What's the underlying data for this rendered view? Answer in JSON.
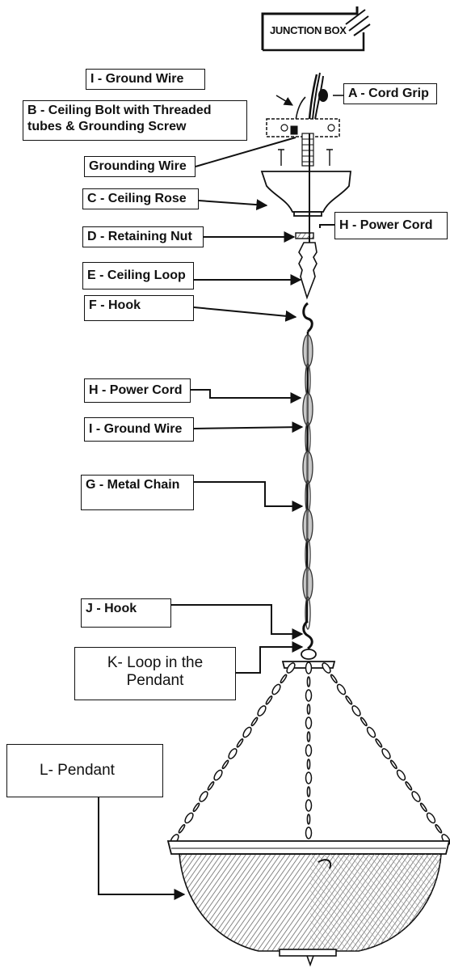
{
  "labels": {
    "junction_box": "JUNCTION BOX",
    "ground_wire_top": "I - Ground Wire",
    "cord_grip": "A - Cord Grip",
    "ceiling_bolt_line1": "B - Ceiling Bolt with Threaded",
    "ceiling_bolt_line2": "tubes & Grounding Screw",
    "grounding_wire": "Grounding Wire",
    "ceiling_rose": "C - Ceiling Rose",
    "power_cord_top": "H - Power Cord",
    "retaining_nut": "D - Retaining Nut",
    "ceiling_loop": "E - Ceiling Loop",
    "hook_f": "F - Hook",
    "power_cord_mid": "H - Power Cord",
    "ground_wire_mid": "I - Ground Wire",
    "metal_chain": "G - Metal Chain",
    "hook_j": "J - Hook",
    "loop_pendant_line1": "K- Loop in the",
    "loop_pendant_line2": "Pendant",
    "pendant": "L- Pendant"
  },
  "colors": {
    "line": "#111111",
    "chain": "#777777",
    "bowl_hatch": "#444444"
  }
}
